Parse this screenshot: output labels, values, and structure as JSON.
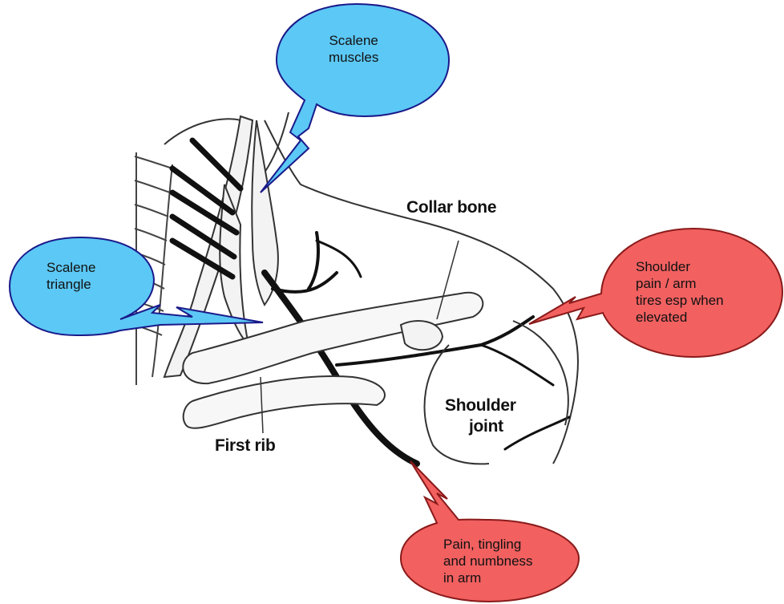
{
  "colors": {
    "blue_callout": "#5cc8f5",
    "red_callout": "#f26060",
    "nerve": "#111111",
    "line_art": "#333333"
  },
  "labels": {
    "collar_bone": "Collar bone",
    "first_rib": "First rib",
    "shoulder_joint": [
      "Shoulder",
      "joint"
    ]
  },
  "callouts": {
    "scalene_muscles": {
      "lines": [
        "Scalene",
        "muscles"
      ],
      "color": "blue"
    },
    "scalene_triangle": {
      "lines": [
        "Scalene",
        "triangle"
      ],
      "color": "blue"
    },
    "shoulder_pain": {
      "lines": [
        "Shoulder",
        "pain / arm",
        "tires esp when",
        "elevated"
      ],
      "color": "red"
    },
    "arm_pain": {
      "lines": [
        "Pain, tingling",
        "and numbness",
        "in arm"
      ],
      "color": "red"
    }
  }
}
